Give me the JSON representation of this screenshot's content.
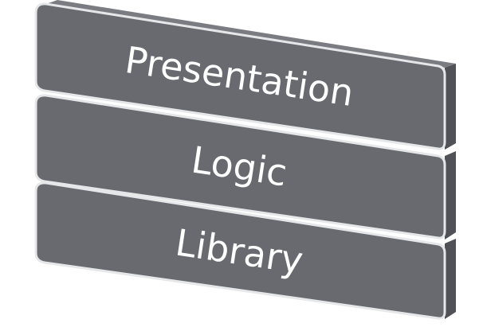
{
  "diagram": {
    "layers": [
      {
        "label": "Presentation"
      },
      {
        "label": "Logic"
      },
      {
        "label": "Library"
      }
    ],
    "colors": {
      "face": "#686a70",
      "side": "#505257",
      "border": "#e6e7e9",
      "text": "#ffffff",
      "background": "#ffffff"
    }
  }
}
